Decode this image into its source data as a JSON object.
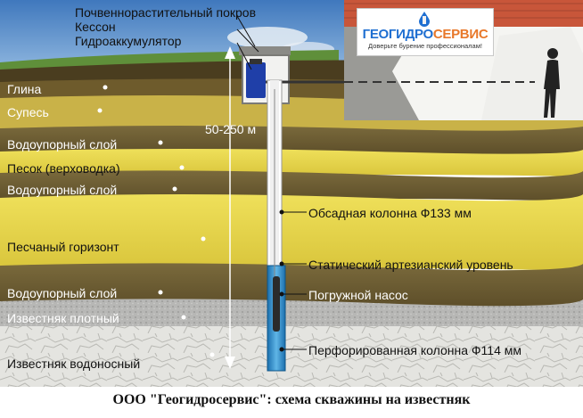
{
  "surface_labels": {
    "soil_cover": "Почвеннорастительный покров",
    "caisson": "Кессон",
    "accumulator": "Гидроаккумулятор"
  },
  "layers": {
    "clay": "Глина",
    "sandy_loam": "Супесь",
    "aquitard_1": "Водоупорный слой",
    "sand_perched": "Песок (верховодка)",
    "aquitard_2": "Водоупорный слой",
    "sand_horizon": "Песчаный горизонт",
    "aquitard_3": "Водоупорный слой",
    "limestone_dense": "Известняк плотный",
    "limestone_aquifer": "Известняк водоносный"
  },
  "well": {
    "depth": "50-250 м",
    "casing": "Обсадная колонна Ф133 мм",
    "static_level": "Статический артезианский уровень",
    "pump": "Погружной насос",
    "perforated": "Перфорированная колонна Ф114 мм"
  },
  "logo": {
    "name_part1": "ГЕОГИДРО",
    "name_part2": "СЕРВИС",
    "slogan": "Доверьте бурение профессионалам!"
  },
  "caption": "ООО \"Геогидросервис\": схема скважины на известняк",
  "colors": {
    "sky": "#4f86c6",
    "soil": "#5a4a26",
    "sand": "#e7d64a",
    "clay": "#6b5a33",
    "limestone": "#d9d9d6",
    "water": "#1f7fbf"
  }
}
